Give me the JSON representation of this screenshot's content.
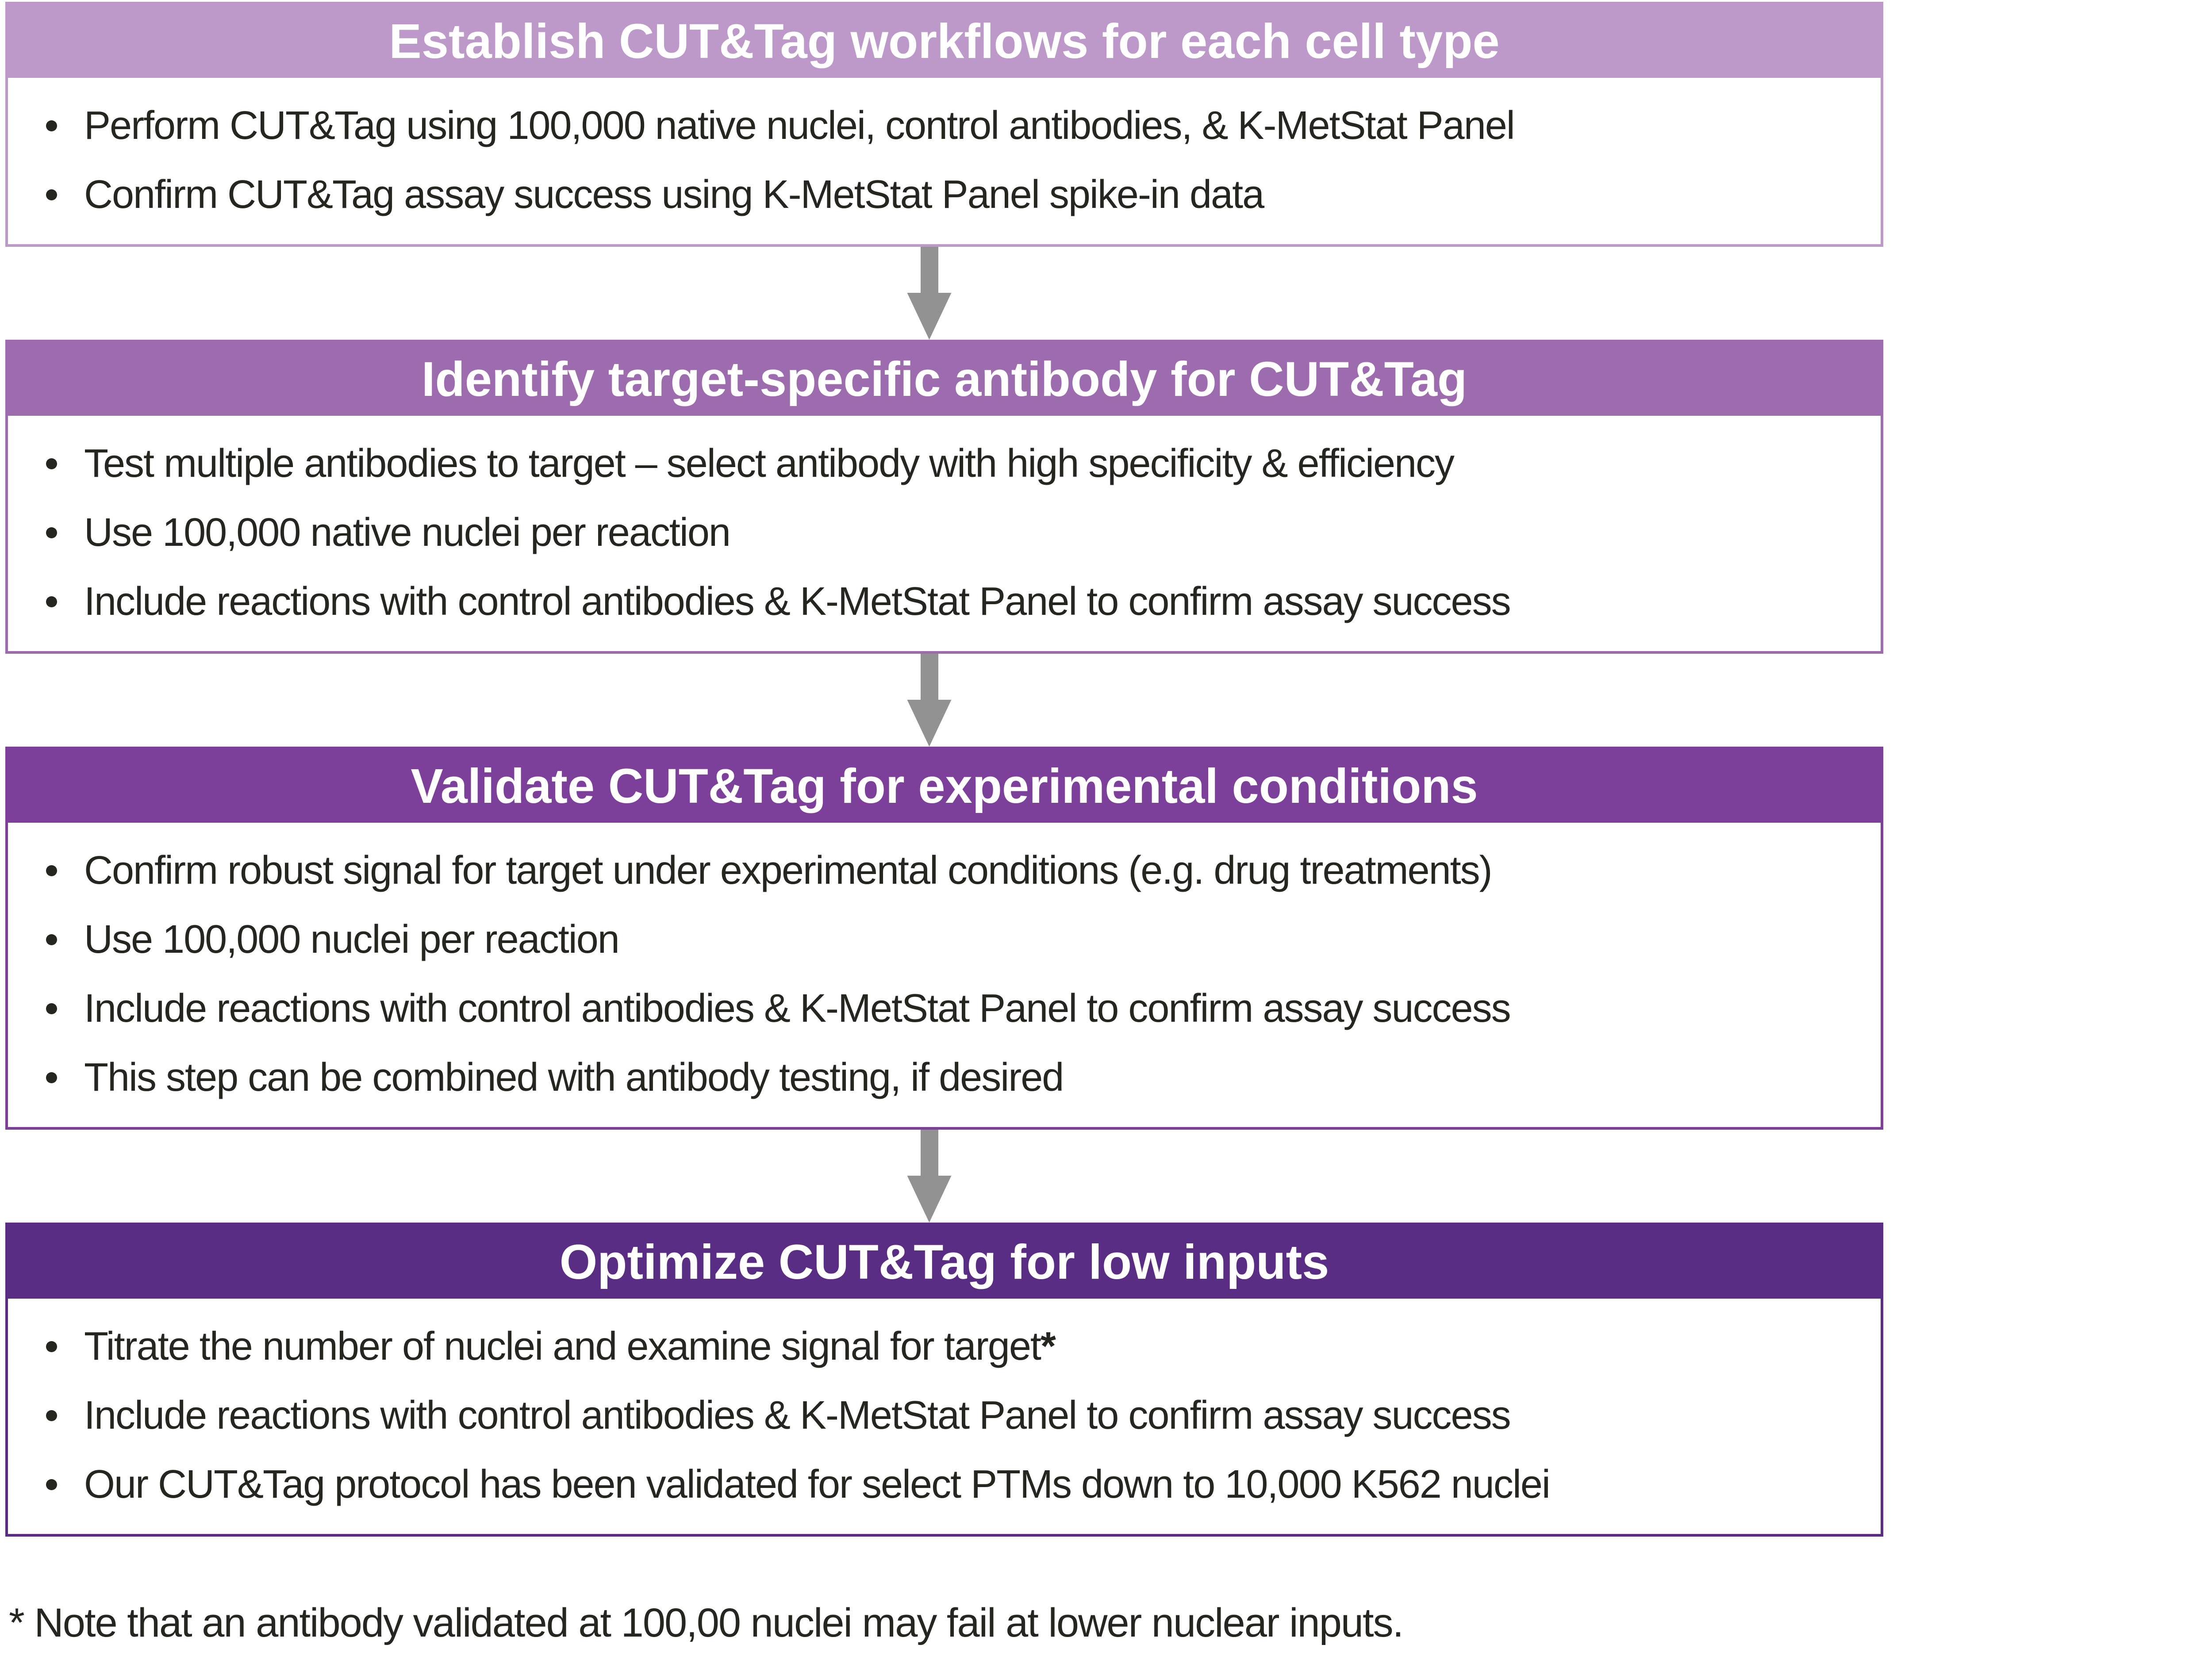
{
  "arrow_color": "#929292",
  "text_color": "#262620",
  "background_color": "#ffffff",
  "boxes": [
    {
      "title": "Establish CUT&Tag workflows for each cell type",
      "color": "#bc99c9",
      "bullets": [
        "Perform CUT&Tag using 100,000 native nuclei, control antibodies, & K-MetStat Panel",
        "Confirm CUT&Tag assay success using K-MetStat Panel spike-in data"
      ]
    },
    {
      "title": "Identify target-specific antibody for CUT&Tag",
      "color": "#9c6cae",
      "bullets": [
        "Test multiple antibodies to target – select antibody with high specificity & efficiency",
        "Use 100,000 native nuclei per reaction",
        "Include reactions with control antibodies & K-MetStat Panel to confirm assay success"
      ]
    },
    {
      "title": "Validate CUT&Tag for experimental conditions",
      "color": "#7c409b",
      "bullets": [
        "Confirm robust signal for target under experimental conditions (e.g. drug treatments)",
        "Use 100,000 nuclei per reaction",
        "Include reactions with control antibodies & K-MetStat Panel to confirm assay success",
        "This step can be combined with antibody testing, if desired"
      ]
    },
    {
      "title": "Optimize CUT&Tag for low inputs",
      "color": "#5a2d85",
      "asterisk": "*",
      "bullets": [
        "Titrate the number of nuclei and examine signal for target",
        "Include reactions with control antibodies & K-MetStat Panel to confirm assay success",
        "Our CUT&Tag protocol has been validated for select PTMs down to 10,000 K562 nuclei"
      ]
    }
  ],
  "footnote": "* Note that an antibody validated at 100,00 nuclei may fail at lower nuclear inputs."
}
